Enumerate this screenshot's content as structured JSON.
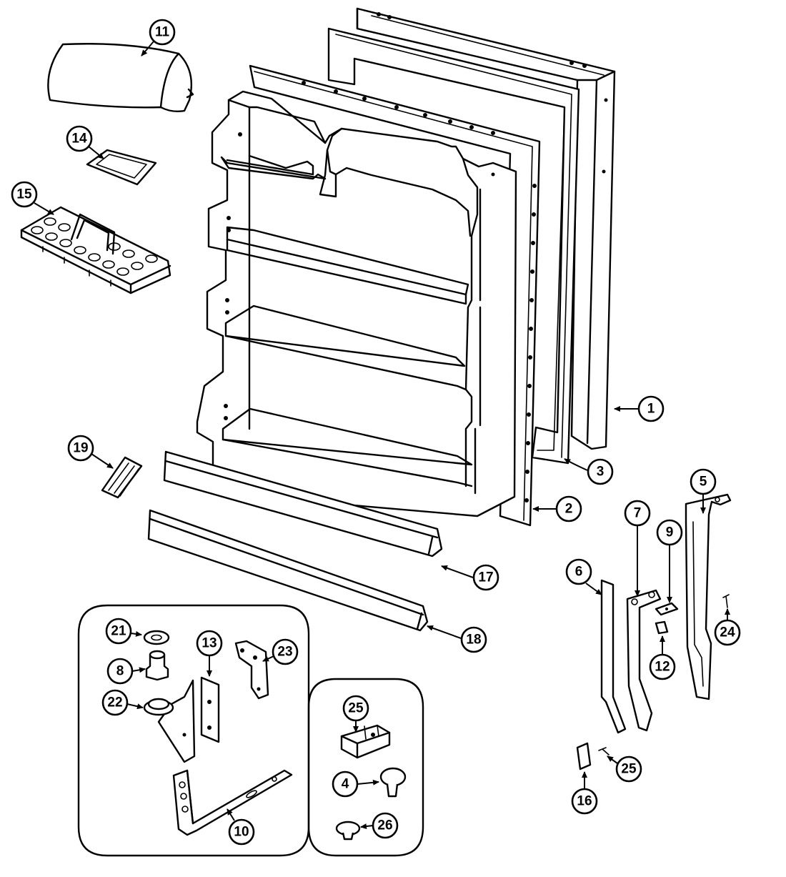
{
  "callouts": {
    "c1": "1",
    "c2": "2",
    "c3": "3",
    "c4": "4",
    "c5": "5",
    "c6": "6",
    "c7": "7",
    "c8": "8",
    "c9": "9",
    "c10": "10",
    "c11": "11",
    "c12": "12",
    "c13": "13",
    "c14": "14",
    "c15": "15",
    "c16": "16",
    "c17": "17",
    "c18": "18",
    "c19": "19",
    "c21": "21",
    "c22": "22",
    "c23": "23",
    "c24": "24",
    "c25a": "25",
    "c25b": "25",
    "c26": "26"
  }
}
